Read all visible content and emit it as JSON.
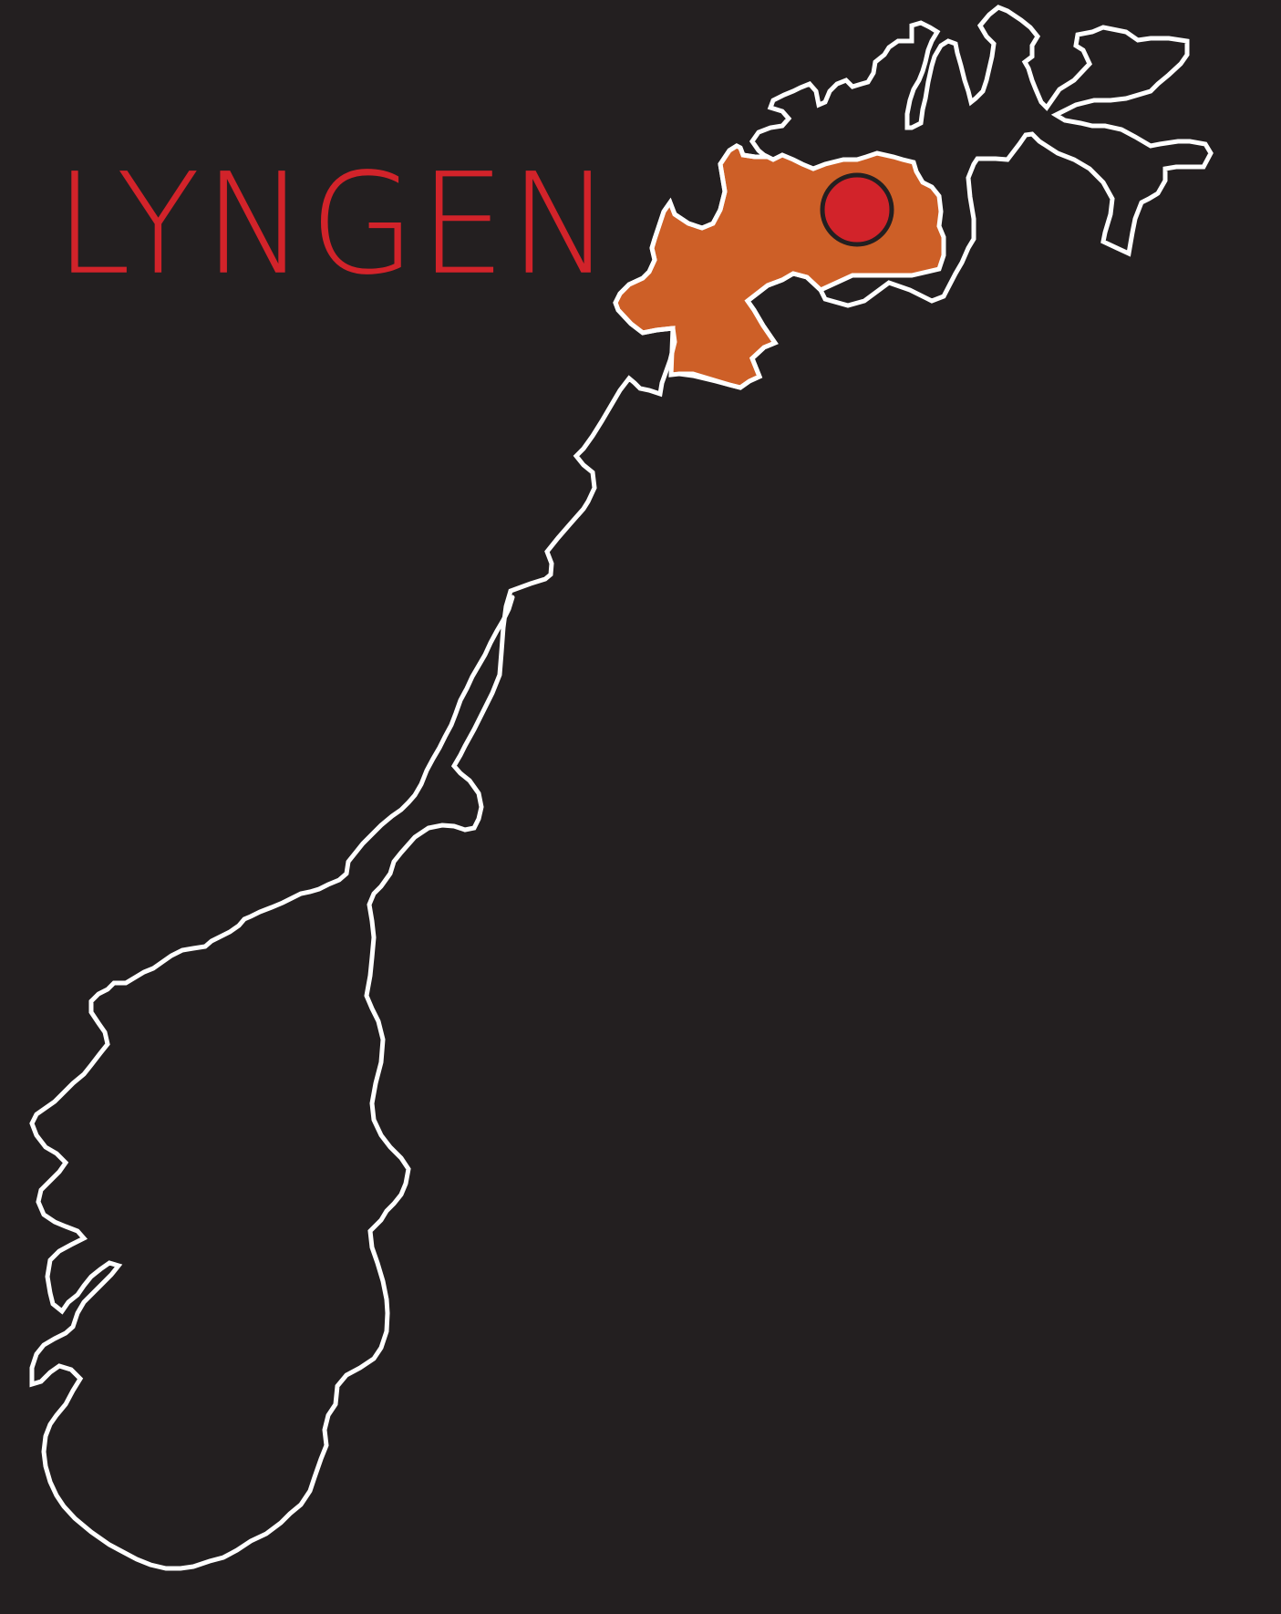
{
  "map": {
    "title": "LYNGEN",
    "colors": {
      "background": "#231f20",
      "title": "#d2232a",
      "country_outline": "#ffffff",
      "highlight_region": "#cd5f27",
      "location_marker": "#d2232a",
      "marker_outline": "#231f20"
    },
    "highlighted_region": "troms-region",
    "marker": "lyngen-location-marker"
  }
}
